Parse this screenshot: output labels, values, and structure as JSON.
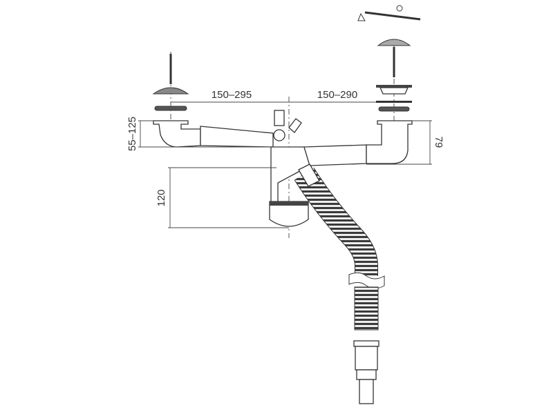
{
  "title": "Double bowl sink siphon dimensional drawing",
  "dimensions": {
    "left_spacing": "150–295",
    "right_spacing": "150–290",
    "height_adjust": "55–125",
    "right_height": "79",
    "trap_depth": "120"
  },
  "colors": {
    "line": "#333333",
    "background": "#ffffff",
    "hose": "#555555"
  }
}
